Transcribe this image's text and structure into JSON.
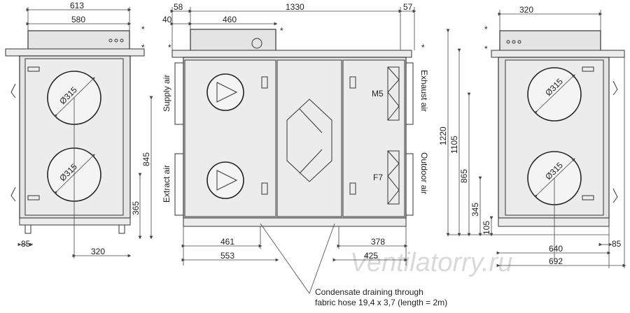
{
  "dimensions": {
    "left_width_total": "613",
    "left_top_width": "580",
    "left_bottom_85": "85",
    "left_bottom_320": "320",
    "left_height_845": "845",
    "left_height_365": "365",
    "mid_58": "58",
    "mid_1330": "1330",
    "mid_57": "57",
    "mid_40": "40",
    "mid_460": "460",
    "mid_461": "461",
    "mid_553": "553",
    "mid_378": "378",
    "mid_425": "425",
    "right_top_320": "320",
    "right_h_1220": "1220",
    "right_h_1105": "1105",
    "right_h_865": "865",
    "right_h_345": "345",
    "right_h_105": "105",
    "right_w_640": "640",
    "right_w_692": "692",
    "right_85": "85"
  },
  "duct_diameter": "Ø315",
  "labels": {
    "supply_air": "Supply air",
    "extract_air": "Extract air",
    "exhaust_air": "Exhaust air",
    "outdoor_air": "Outdoor air",
    "filter_m5": "M5",
    "filter_f7": "F7"
  },
  "note": {
    "line1": "Condensate draining through",
    "line2": "fabric hose 19,4 x 3,7 (length = 2m)"
  },
  "watermark": "Ventilatorry.ru",
  "asterisk": "*"
}
